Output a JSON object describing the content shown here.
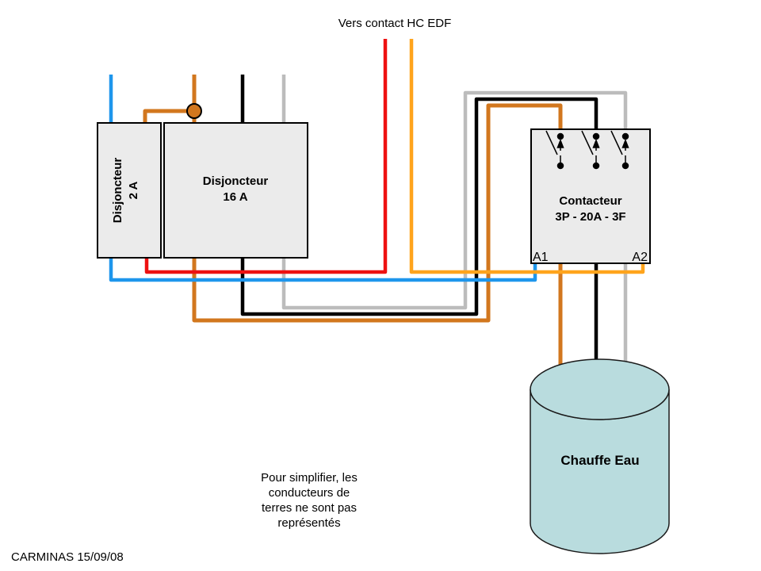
{
  "title": "Vers contact HC EDF",
  "signature": "CARMINAS 15/09/08",
  "note": {
    "lines": [
      "Pour simplifier, les",
      "conducteurs de",
      "terres ne sont pas",
      "représentés"
    ]
  },
  "components": {
    "breaker_2a": {
      "name": "Disjoncteur",
      "rating": "2 A"
    },
    "breaker_16a": {
      "name": "Disjoncteur",
      "rating": "16 A"
    },
    "contactor": {
      "name": "Contacteur",
      "rating": "3P - 20A - 3F",
      "terminal_a1": "A1",
      "terminal_a2": "A2"
    },
    "water_heater": {
      "name": "Chauffe Eau"
    }
  },
  "colors": {
    "wire_blue": "#1E96EC",
    "wire_red": "#EE1111",
    "wire_amber": "#FFA41C",
    "wire_dark_orange": "#D2771E",
    "wire_black": "#000000",
    "wire_gray": "#BCBCBC",
    "box_fill": "#EBEBEB",
    "box_stroke": "#000000",
    "cylinder_fill": "#B9DCDE",
    "cylinder_stroke": "#1A1A1A"
  }
}
